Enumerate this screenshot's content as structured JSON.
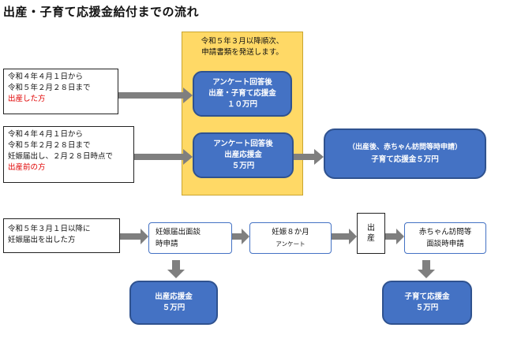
{
  "title": "出産・子育て応援金給付までの流れ",
  "notice": {
    "line1": "令和５年３月以降順次、",
    "line2": "申請書類を発送します。"
  },
  "row1": {
    "line1": "令和４年４月１日から",
    "line2": "令和５年２月２８日まで",
    "line3": "出産した方"
  },
  "row2": {
    "line1": "令和４年４月１日から",
    "line2": "令和５年２月２８日まで",
    "line3": "妊娠届出し、２月２８日時点で",
    "line4": "出産前の方"
  },
  "row3": {
    "line1": "令和５年３月１日以降に",
    "line2": "妊娠届出を出した方"
  },
  "blue1": {
    "line1": "アンケート回答後",
    "line2": "出産・子育て応援金",
    "line3": "１０万円"
  },
  "blue2": {
    "line1": "アンケート回答後",
    "line2": "出産応援金",
    "line3": "５万円"
  },
  "blue3": {
    "line1": "（出産後、赤ちゃん訪問等時申請）",
    "line2": "子育て応援金５万円"
  },
  "blue4": {
    "line1": "出産応援金",
    "line2": "５万円"
  },
  "blue5": {
    "line1": "子育て応援金",
    "line2": "５万円"
  },
  "step1": {
    "line1": "妊娠届出面談",
    "line2": "時申請"
  },
  "step2": {
    "line1": "妊娠８か月",
    "line2": "アンケート"
  },
  "birth": {
    "char1": "出",
    "char2": "産"
  },
  "step3": {
    "line1": "赤ちゃん訪問等",
    "line2": "面談時申請"
  },
  "colors": {
    "yellow": "#ffd966",
    "blue": "#4472c4",
    "arrow": "#7f7f7f",
    "red": "#e00000"
  }
}
